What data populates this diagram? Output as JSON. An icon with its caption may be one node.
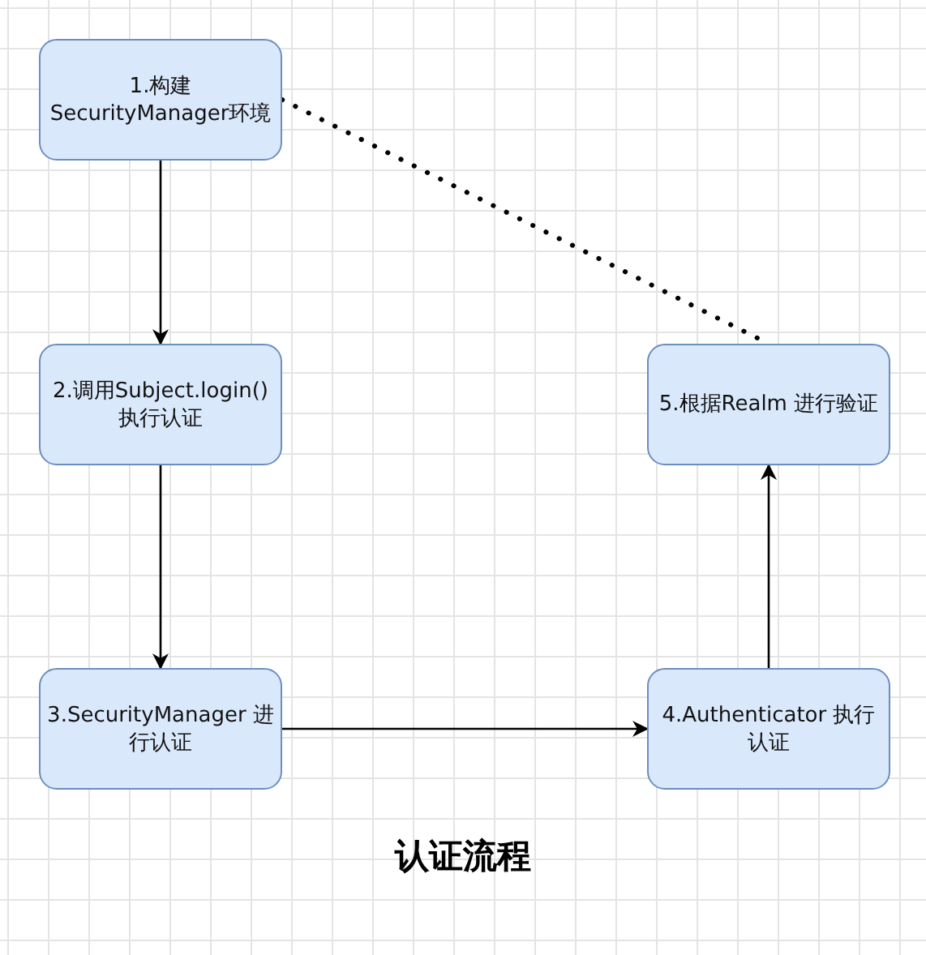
{
  "diagram": {
    "title": "认证流程",
    "nodes": [
      {
        "text": [
          "1.构建 SecurityManager环境"
        ]
      },
      {
        "text": [
          "2.调用Subject.login() 执行认证"
        ]
      },
      {
        "text": [
          "3.SecurityManager 进行认证"
        ]
      },
      {
        "text": [
          "4.Authenticator 执行认证"
        ]
      },
      {
        "text": [
          "5.根据Realm 进行验证"
        ]
      }
    ],
    "edges": [
      {
        "from": 0,
        "to": 1,
        "arrow": "to"
      },
      {
        "from": 1,
        "to": 2,
        "arrow": "to"
      },
      {
        "from": 2,
        "to": 3,
        "arrow": "to"
      },
      {
        "from": 3,
        "to": 4,
        "arrow": "to"
      },
      {
        "from": 0,
        "to": 4,
        "arrow": "none",
        "style": "dashed"
      }
    ]
  }
}
